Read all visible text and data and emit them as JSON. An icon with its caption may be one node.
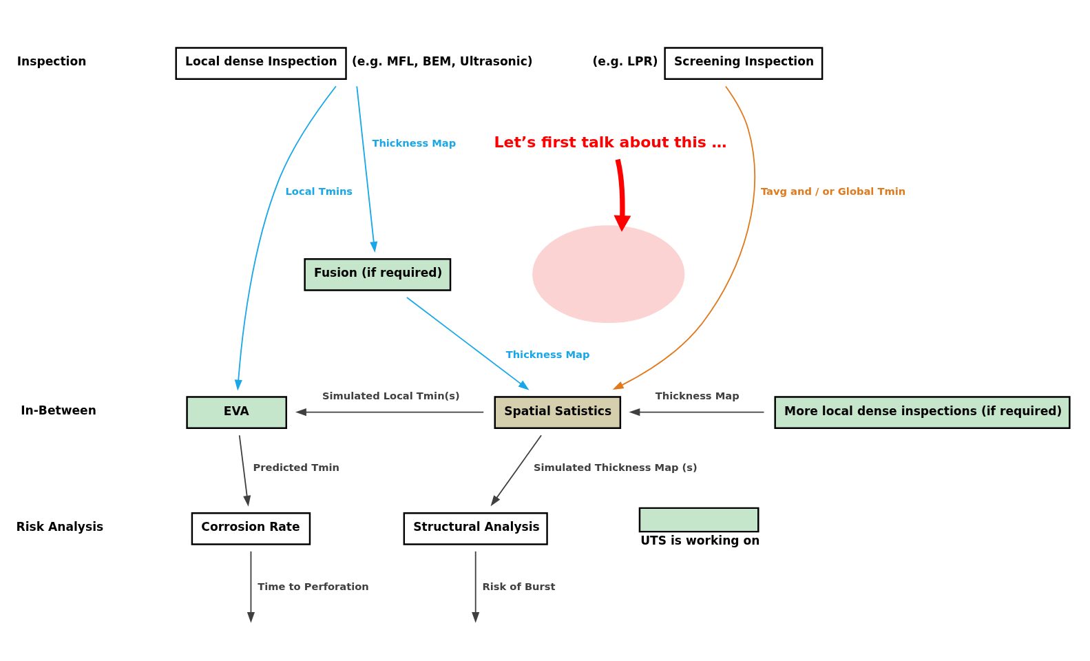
{
  "diagram": {
    "nodes": [
      {
        "text": [
          "Local dense Inspection"
        ],
        "beside": [
          "(e.g. MFL, BEM, Ultrasonic)"
        ]
      },
      {
        "text": [
          "Screening Inspection"
        ],
        "beside": [
          "(e.g. LPR)"
        ]
      },
      {
        "text": [
          "Fusion (if required)"
        ]
      },
      {
        "text": [
          "EVA"
        ]
      },
      {
        "text": [
          "Spatial Satistics"
        ]
      },
      {
        "text": [
          "More local dense inspections (if required)"
        ]
      },
      {
        "text": [
          "Corrosion Rate"
        ]
      },
      {
        "text": [
          "Structural Analysis"
        ]
      },
      {
        "text": [],
        "shape": "ellipse"
      },
      {
        "text": [
          "Let’s first talk about this …"
        ]
      }
    ],
    "edges": [
      {
        "from": 0,
        "to": 3,
        "arrow": "to",
        "label": "Local Tmins",
        "color": "#1aa7e8"
      },
      {
        "from": 0,
        "to": 2,
        "arrow": "to",
        "label": "Thickness Map",
        "color": "#1aa7e8"
      },
      {
        "from": 2,
        "to": 4,
        "arrow": "to",
        "label": "Thickness Map",
        "color": "#1aa7e8"
      },
      {
        "from": 1,
        "to": 4,
        "arrow": "to",
        "label": "Tavg and / or Global Tmin",
        "color": "#e07a1f"
      },
      {
        "from": 5,
        "to": 4,
        "arrow": "to",
        "label": "Thickness Map"
      },
      {
        "from": 4,
        "to": 3,
        "arrow": "to",
        "label": "Simulated Local Tmin(s)"
      },
      {
        "from": 3,
        "to": 6,
        "arrow": "to",
        "label": "Predicted Tmin"
      },
      {
        "from": 4,
        "to": 7,
        "arrow": "to",
        "label": "Simulated Thickness Map (s)"
      },
      {
        "from": 6,
        "to": null,
        "arrow": "to",
        "label": "Time to Perforation"
      },
      {
        "from": 7,
        "to": null,
        "arrow": "to",
        "label": "Risk of Burst"
      },
      {
        "from": 9,
        "to": 8,
        "arrow": "to",
        "style": "thick",
        "color": "#ff0000"
      }
    ],
    "labels": [
      "Inspection",
      "In-Between",
      "Risk Analysis"
    ],
    "legend": [
      {
        "text": "UTS is working on",
        "color": "#c6e6cc"
      }
    ]
  }
}
